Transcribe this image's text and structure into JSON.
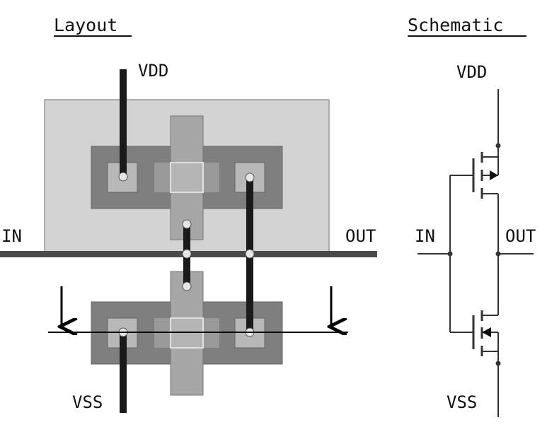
{
  "layout": {
    "title": "Layout",
    "labels": {
      "vdd": "VDD",
      "vss": "VSS",
      "in": "IN",
      "out": "OUT"
    }
  },
  "schematic": {
    "title": "Schematic",
    "labels": {
      "vdd": "VDD",
      "vss": "VSS",
      "in": "IN",
      "out": "OUT"
    }
  },
  "colors": {
    "nwell": "#d2d2d2",
    "active": "#7f7f7f",
    "poly": "#a6a6a6",
    "contact": "#b8b8b8",
    "metal": "#1a1a1a",
    "via": "#e6e6e6",
    "line": "#4a4a4a"
  }
}
